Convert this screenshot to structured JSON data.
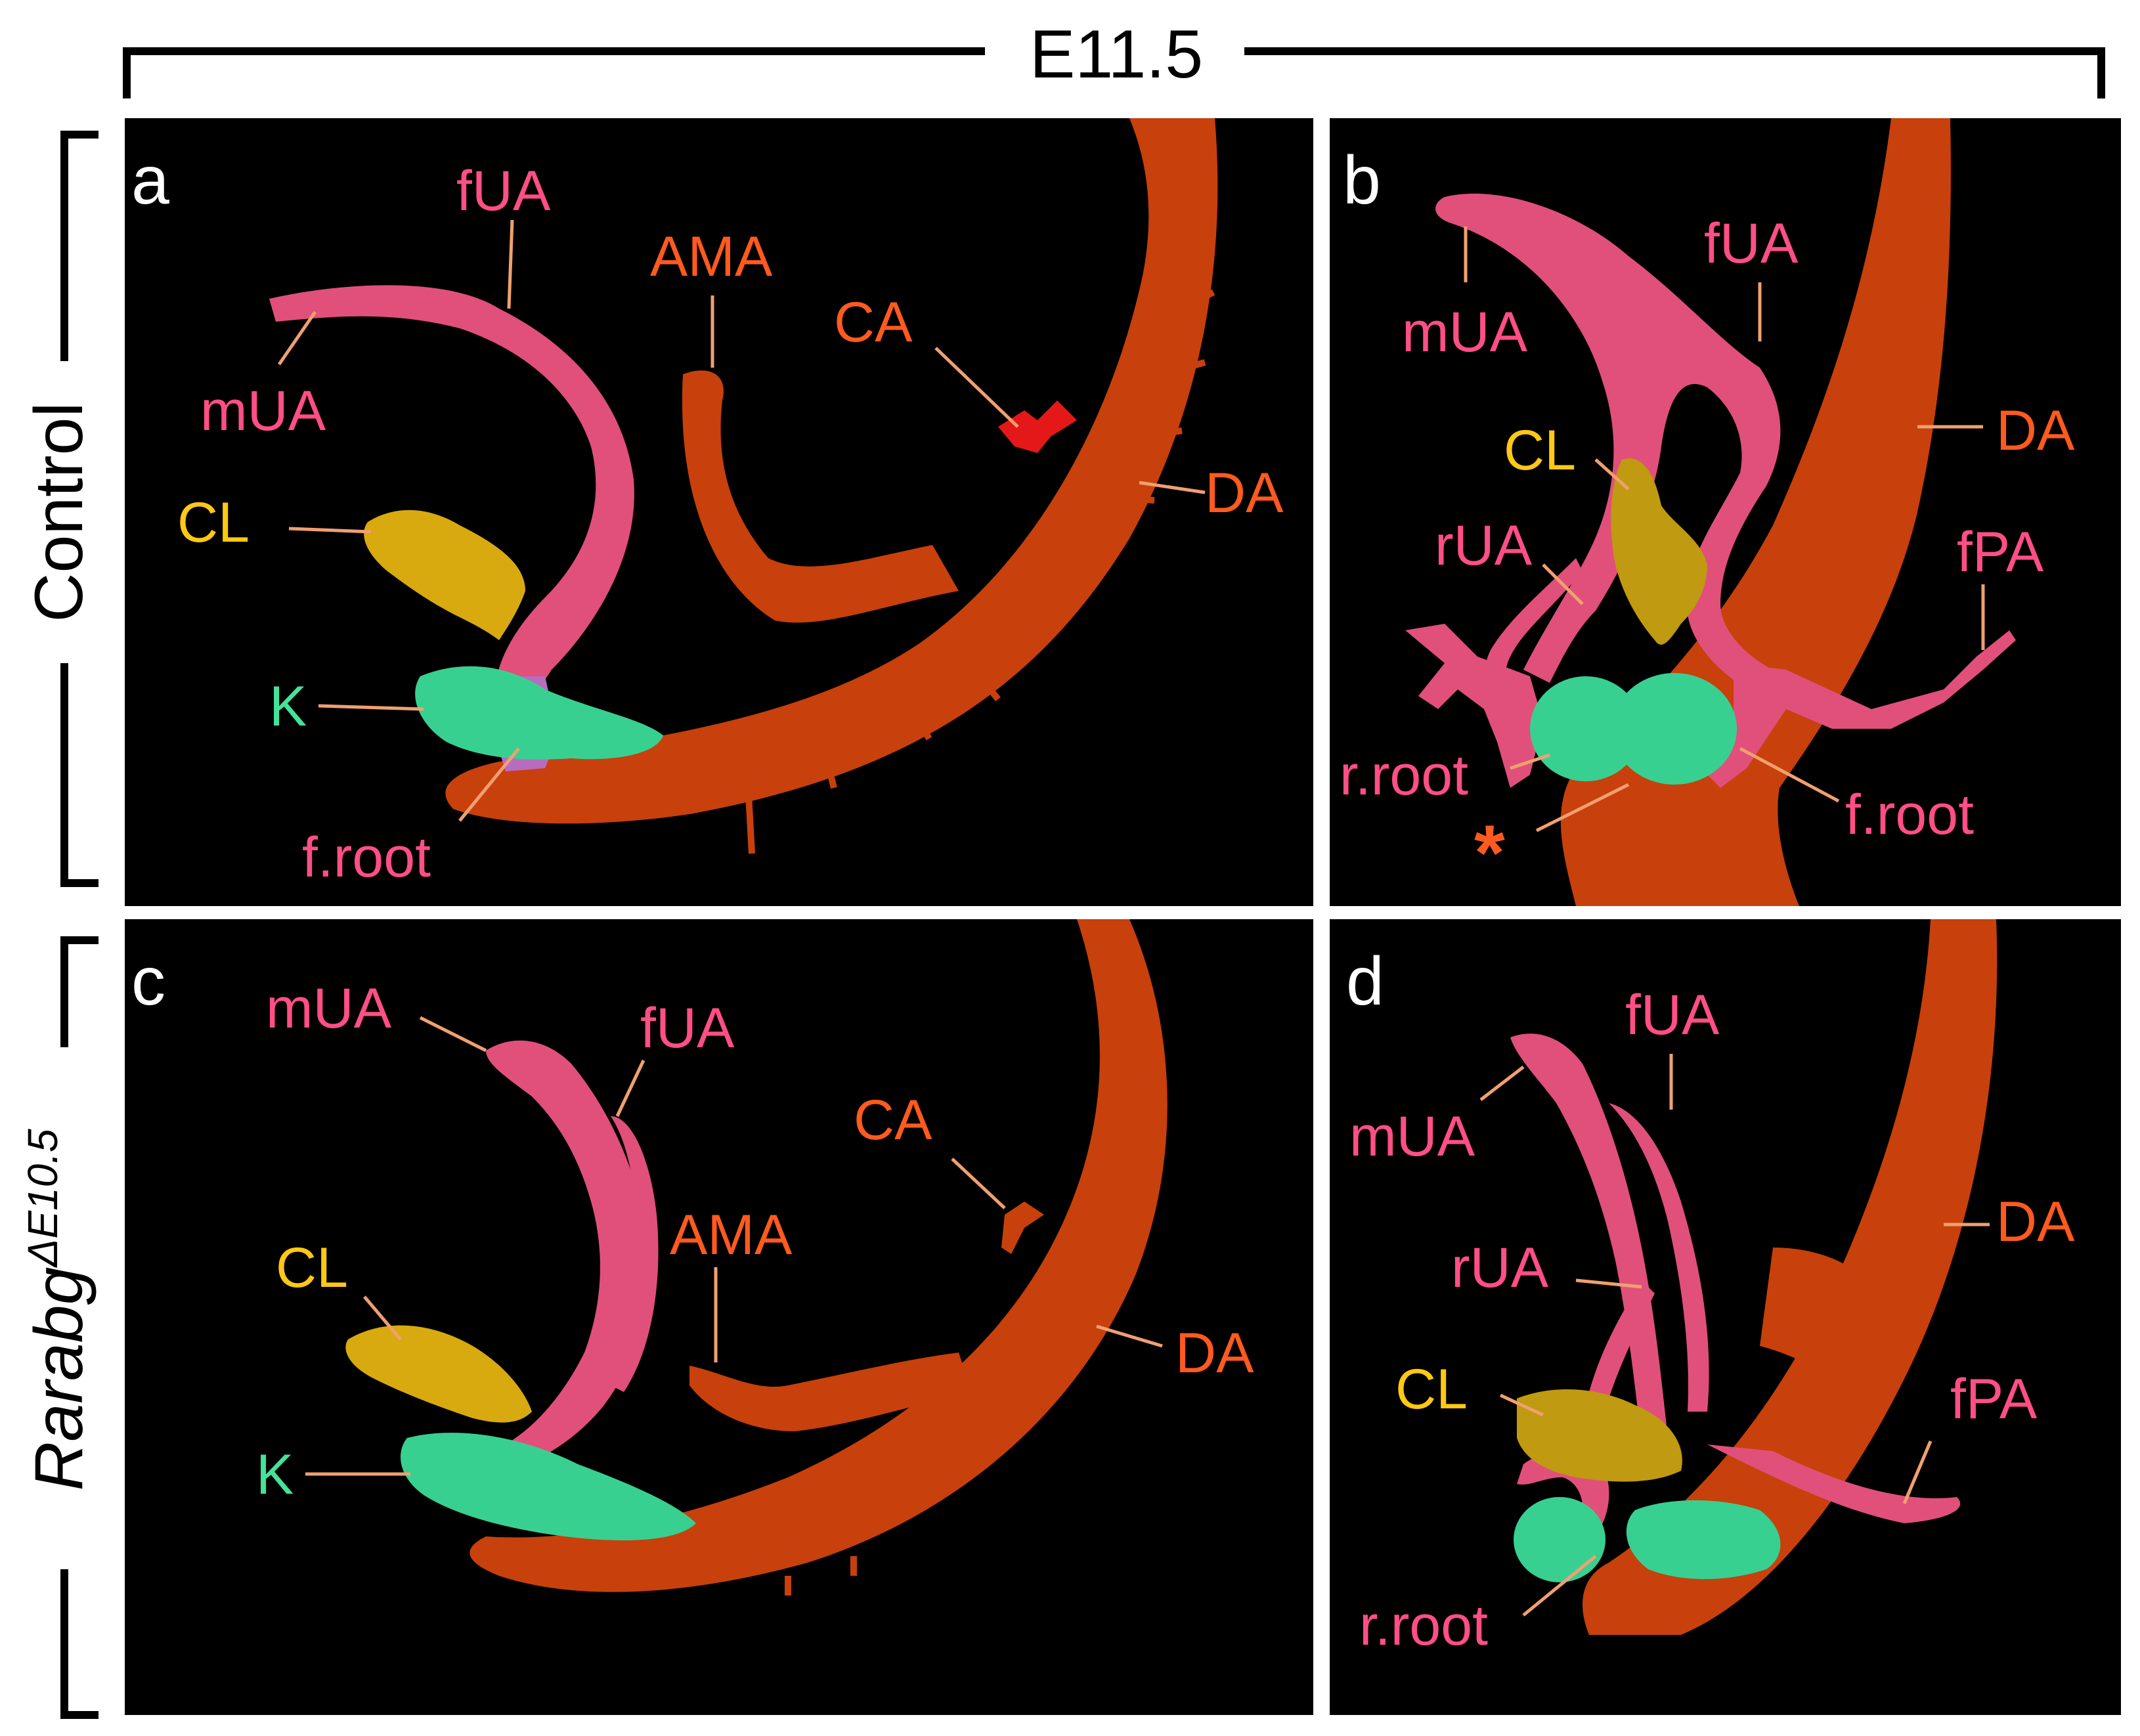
{
  "figure": {
    "header": "E11.5",
    "rows": {
      "top": "Control",
      "bottom_main": "Rarabg",
      "bottom_sup": "ΔE10.5"
    }
  },
  "colors": {
    "aorta": "#c8400c",
    "aorta_label": "#ff5a1f",
    "umbilical": "#e0507a",
    "umbilical_label": "#ff4f85",
    "cloaca": "#d8aa10",
    "cloaca_label": "#ffc814",
    "kidney": "#38d090",
    "kidney_label": "#44e29a",
    "leader": "#f0a070",
    "panel_bg": "#000000"
  },
  "panels": {
    "a": {
      "letter": "a",
      "labels": {
        "fUA": "fUA",
        "AMA": "AMA",
        "CA": "CA",
        "mUA": "mUA",
        "CL": "CL",
        "DA": "DA",
        "K": "K",
        "froot": "f.root"
      }
    },
    "b": {
      "letter": "b",
      "labels": {
        "mUA": "mUA",
        "fUA": "fUA",
        "DA": "DA",
        "CL": "CL",
        "rUA": "rUA",
        "fPA": "fPA",
        "rroot": "r.root",
        "froot": "f.root",
        "asterisk": "*"
      }
    },
    "c": {
      "letter": "c",
      "labels": {
        "mUA": "mUA",
        "fUA": "fUA",
        "CA": "CA",
        "AMA": "AMA",
        "CL": "CL",
        "DA": "DA",
        "K": "K"
      }
    },
    "d": {
      "letter": "d",
      "labels": {
        "fUA": "fUA",
        "mUA": "mUA",
        "DA": "DA",
        "rUA": "rUA",
        "CL": "CL",
        "fPA": "fPA",
        "rroot": "r.root"
      }
    }
  }
}
